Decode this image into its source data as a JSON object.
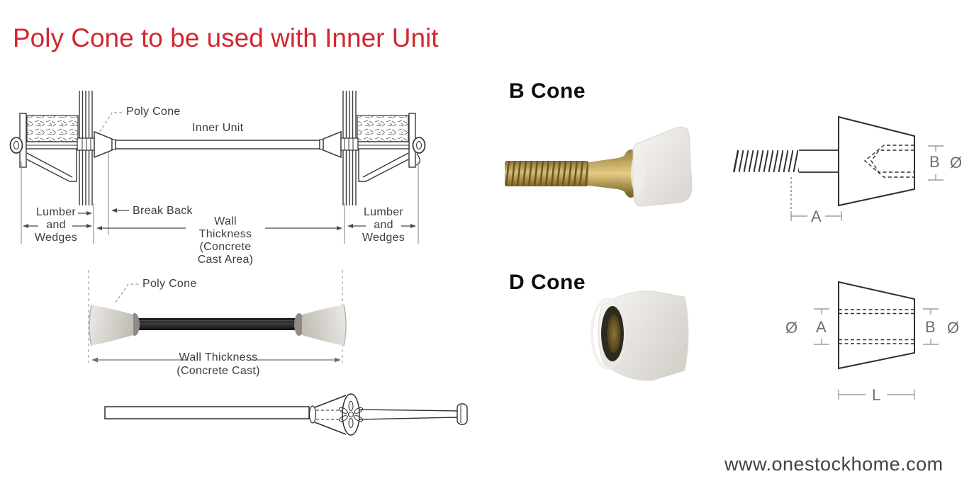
{
  "page": {
    "title": "Poly Cone to be used with Inner Unit",
    "website": "www.onestockhome.com"
  },
  "colors": {
    "title_red": "#d22730",
    "ink": "#2f2f2f",
    "dim_gray": "#8c8c8c",
    "label_dark": "#3d3d3d",
    "brass": "#c9ad62",
    "poly_white": "#efedea"
  },
  "formwork_diagram": {
    "poly_cone_label": "Poly Cone",
    "inner_unit_label": "Inner Unit",
    "lumber_left": [
      "Lumber",
      "and",
      "Wedges"
    ],
    "break_back_label": "Break Back",
    "wall_thickness_area": [
      "Wall",
      "Thickness",
      "(Concrete",
      "Cast Area)"
    ],
    "lumber_right": [
      "Lumber",
      "and",
      "Wedges"
    ]
  },
  "tie_photo_diagram": {
    "poly_cone_label": "Poly Cone",
    "wall_thickness": [
      "Wall Thickness",
      "(Concrete Cast)"
    ]
  },
  "b_cone": {
    "heading": "B Cone",
    "dim_a": "A",
    "dim_b": "B",
    "dia": "Ø"
  },
  "d_cone": {
    "heading": "D Cone",
    "dim_a": "A",
    "dim_b": "B",
    "dim_l": "L",
    "dia_left": "Ø",
    "dia_right": "Ø"
  }
}
